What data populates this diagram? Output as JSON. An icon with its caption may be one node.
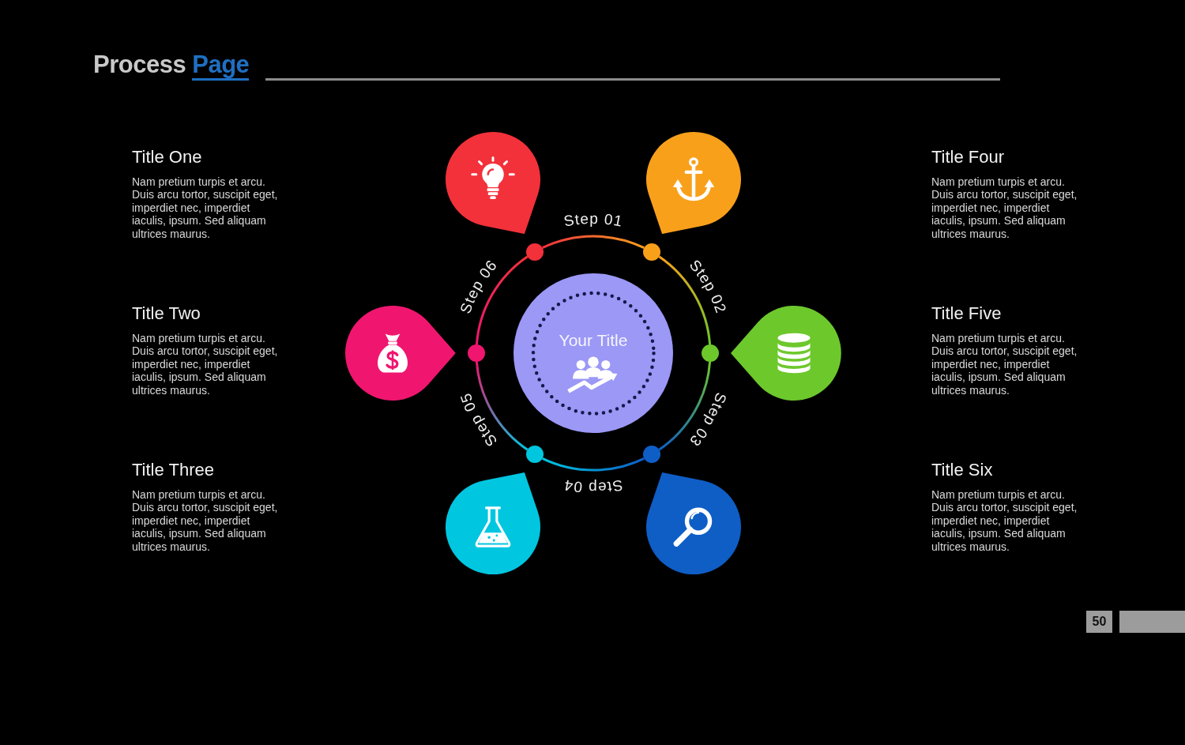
{
  "diagram": {
    "title": "Process Page",
    "nodes": [
      {
        "text": [],
        "shape": "drop"
      },
      {
        "text": [],
        "shape": "drop"
      },
      {
        "text": [],
        "shape": "circle"
      },
      {
        "text": [],
        "shape": "circle"
      },
      {
        "text": [],
        "shape": "drop"
      },
      {
        "text": [],
        "shape": "circle"
      },
      {
        "text": [
          "Your Title"
        ]
      },
      {
        "text": [],
        "shape": "circle"
      },
      {
        "text": [],
        "shape": "drop"
      },
      {
        "text": [],
        "shape": "circle"
      },
      {
        "text": [],
        "shape": "circle"
      },
      {
        "text": [],
        "shape": "drop"
      },
      {
        "text": [],
        "shape": "drop"
      }
    ],
    "edges": [
      {
        "from": 2,
        "to": 3,
        "arrow": "none",
        "label": "Step 01",
        "color": "#f0313f"
      },
      {
        "from": 3,
        "to": 7,
        "arrow": "none",
        "label": "Step 02",
        "color": "#f9a01b"
      },
      {
        "from": 7,
        "to": 10,
        "arrow": "none",
        "label": "Step 03",
        "color": "#6dc82c"
      },
      {
        "from": 10,
        "to": 9,
        "arrow": "none",
        "label": "Step 04",
        "color": "#0e5ec6"
      },
      {
        "from": 9,
        "to": 5,
        "arrow": "none",
        "label": "Step 05",
        "color": "#00c6e0"
      },
      {
        "from": 5,
        "to": 2,
        "arrow": "none",
        "label": "Step 06",
        "color": "#f0166f"
      }
    ],
    "labels": [
      "Title One",
      "Nam pretium turpis et arcu. Duis arcu tortor, suscipit eget, imperdiet nec, imperdiet iaculis, ipsum. Sed aliquam ultrices maurus.",
      "Title Four",
      "Nam pretium turpis et arcu. Duis arcu tortor, suscipit eget, imperdiet nec, imperdiet iaculis, ipsum. Sed aliquam ultrices maurus.",
      "Title Two",
      "Nam pretium turpis et arcu. Duis arcu tortor, suscipit eget, imperdiet nec, imperdiet iaculis, ipsum. Sed aliquam ultrices maurus.",
      "Title Five",
      "Nam pretium turpis et arcu. Duis arcu tortor, suscipit eget, imperdiet nec, imperdiet iaculis, ipsum. Sed aliquam ultrices maurus.",
      "Title Three",
      "Nam pretium turpis et arcu. Duis arcu tortor, suscipit eget, imperdiet nec, imperdiet iaculis, ipsum. Sed aliquam ultrices maurus.",
      "Title Six",
      "Nam pretium turpis et arcu. Duis arcu tortor, suscipit eget, imperdiet nec, imperdiet iaculis, ipsum. Sed aliquam ultrices maurus.",
      "50"
    ]
  }
}
